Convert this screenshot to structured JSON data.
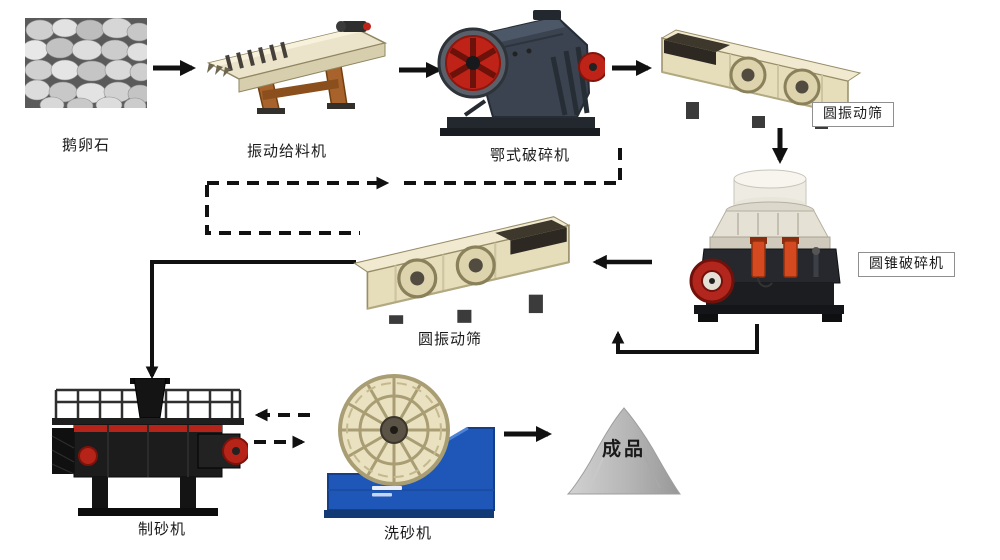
{
  "diagram_type": "process-flow",
  "language": "zh-CN",
  "nodes": {
    "pebbles": {
      "label": "鹅卵石",
      "kind": "raw-material-photo"
    },
    "feeder": {
      "label": "振动给料机",
      "kind": "machine"
    },
    "jaw_crusher": {
      "label": "鄂式破碎机",
      "kind": "machine"
    },
    "screen_top": {
      "label": "圆振动筛",
      "kind": "machine",
      "label_boxed": true
    },
    "cone_crusher": {
      "label": "圆锥破碎机",
      "kind": "machine",
      "label_boxed": true
    },
    "screen_mid": {
      "label": "圆振动筛",
      "kind": "machine"
    },
    "sand_maker": {
      "label": "制砂机",
      "kind": "machine"
    },
    "sand_washer": {
      "label": "洗砂机",
      "kind": "machine"
    },
    "product": {
      "label": "成品",
      "kind": "output-pile"
    }
  },
  "edges": [
    {
      "from": "pebbles",
      "to": "feeder",
      "style": "solid"
    },
    {
      "from": "feeder",
      "to": "jaw_crusher",
      "style": "solid"
    },
    {
      "from": "jaw_crusher",
      "to": "screen_top",
      "style": "solid"
    },
    {
      "from": "screen_top",
      "to": "cone_crusher",
      "style": "solid"
    },
    {
      "from": "cone_crusher",
      "to": "screen_mid",
      "style": "solid"
    },
    {
      "from": "screen_mid",
      "to": "cone_crusher",
      "style": "solid-return"
    },
    {
      "from": "screen_mid",
      "to": "sand_maker",
      "style": "solid"
    },
    {
      "from": "screen_mid",
      "to": "feeder-area",
      "style": "dashed-return"
    },
    {
      "from": "sand_washer",
      "to": "sand_maker",
      "style": "dashed"
    },
    {
      "from": "sand_maker",
      "to": "sand_washer",
      "style": "dashed"
    },
    {
      "from": "sand_washer",
      "to": "product",
      "style": "solid"
    }
  ],
  "colors": {
    "background": "#ffffff",
    "arrow": "#111111",
    "machine_beige": "#e6ddbb",
    "accent_red": "#bf2318",
    "washer_blue": "#1e57b8",
    "leg_brown": "#a8622b",
    "pile_gray": "#b5b5b5"
  }
}
